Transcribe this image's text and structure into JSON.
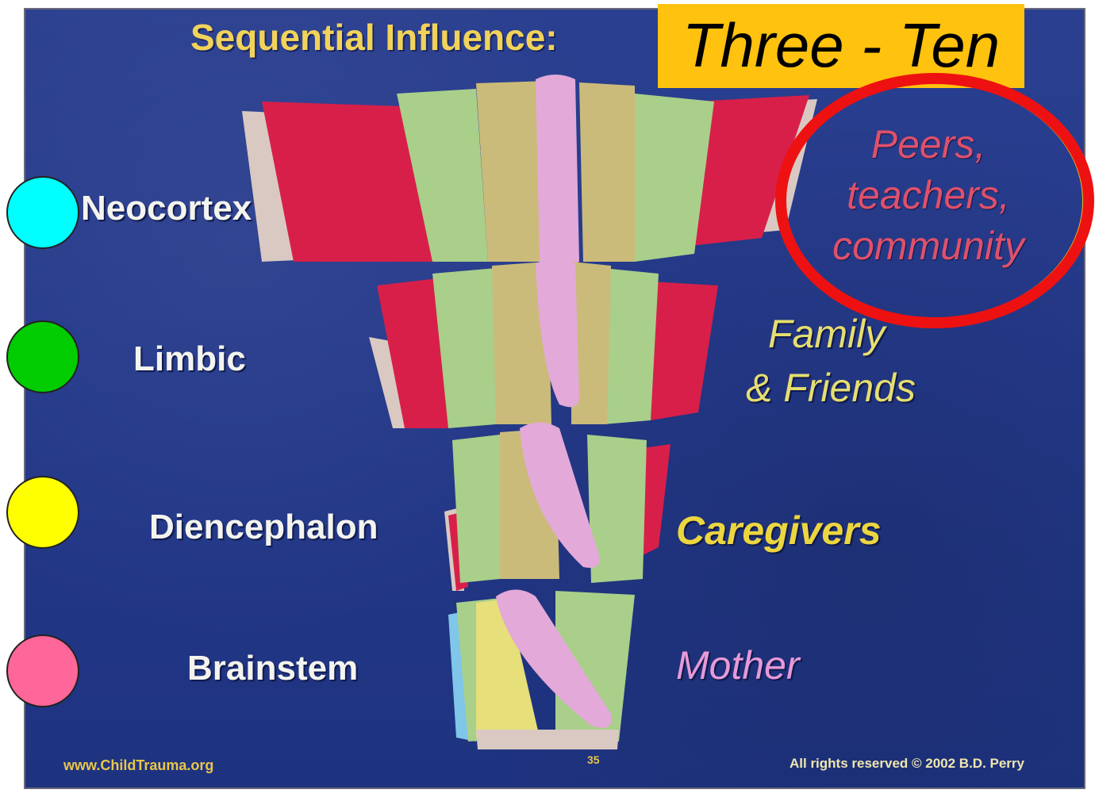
{
  "title": "Sequential Influence:",
  "highlight_title": "Three - Ten",
  "levels": {
    "neocortex": "Neocortex",
    "limbic": "Limbic",
    "diencephalon": "Diencephalon",
    "brainstem": "Brainstem"
  },
  "influences": {
    "peers_line1": "Peers,",
    "peers_line2": "teachers,",
    "peers_line3": "community",
    "family_line1": "Family",
    "family_line2": "& Friends",
    "caregivers": "Caregivers",
    "mother": "Mother"
  },
  "footer": {
    "left": "www.ChildTrauma.org",
    "page": "35",
    "right": "All rights reserved © 2002 B.D. Perry"
  },
  "colors": {
    "background": "#24398a",
    "title_text": "#f2d35a",
    "highlight_box": "#ffc20e",
    "annotation_ring": "#ee1111",
    "neocortex_dot": "#00ffff",
    "limbic_dot": "#00cc00",
    "diencephalon_dot": "#ffff00",
    "brainstem_dot": "#ff6699"
  }
}
